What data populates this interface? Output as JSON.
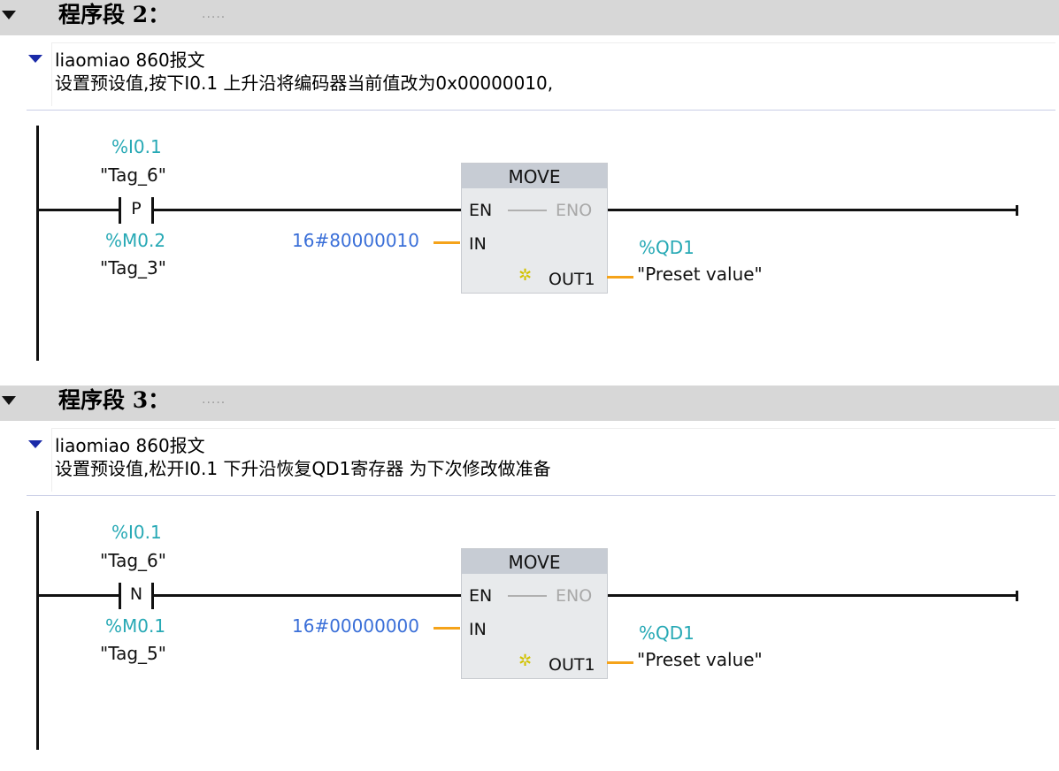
{
  "networks": [
    {
      "title": "程序段 2：",
      "title_dots": ".....",
      "comment_title": "liaomiao 860报文",
      "comment_text": "设置预设值,按下I0.1 上升沿将编码器当前值改为0x00000010,",
      "contact": {
        "address": "%I0.1",
        "symbol": "\"Tag_6\"",
        "type": "P"
      },
      "edge_mem": {
        "address": "%M0.2",
        "symbol": "\"Tag_3\""
      },
      "block": {
        "name": "MOVE",
        "en": "EN",
        "eno": "ENO",
        "in_label": "IN",
        "out_label": "OUT1",
        "in_value": "16#80000010",
        "out_address": "%QD1",
        "out_symbol": "\"Preset value\""
      }
    },
    {
      "title": "程序段 3：",
      "title_dots": ".....",
      "comment_title": "liaomiao 860报文",
      "comment_text": "设置预设值,松开I0.1 下升沿恢复QD1寄存器 为下次修改做准备",
      "contact": {
        "address": "%I0.1",
        "symbol": "\"Tag_6\"",
        "type": "N"
      },
      "edge_mem": {
        "address": "%M0.1",
        "symbol": "\"Tag_5\""
      },
      "block": {
        "name": "MOVE",
        "en": "EN",
        "eno": "ENO",
        "in_label": "IN",
        "out_label": "OUT1",
        "in_value": "16#00000000",
        "out_address": "%QD1",
        "out_symbol": "\"Preset value\""
      }
    }
  ],
  "colors": {
    "address": "#27a9b5",
    "constant": "#3a6fd8",
    "connector": "#f5a31a",
    "header_bg": "#d7d7d7"
  },
  "icons": {
    "collapse": "collapse-triangle-icon",
    "comment_collapse": "comment-collapse-triangle-icon",
    "new_value": "star-icon"
  }
}
